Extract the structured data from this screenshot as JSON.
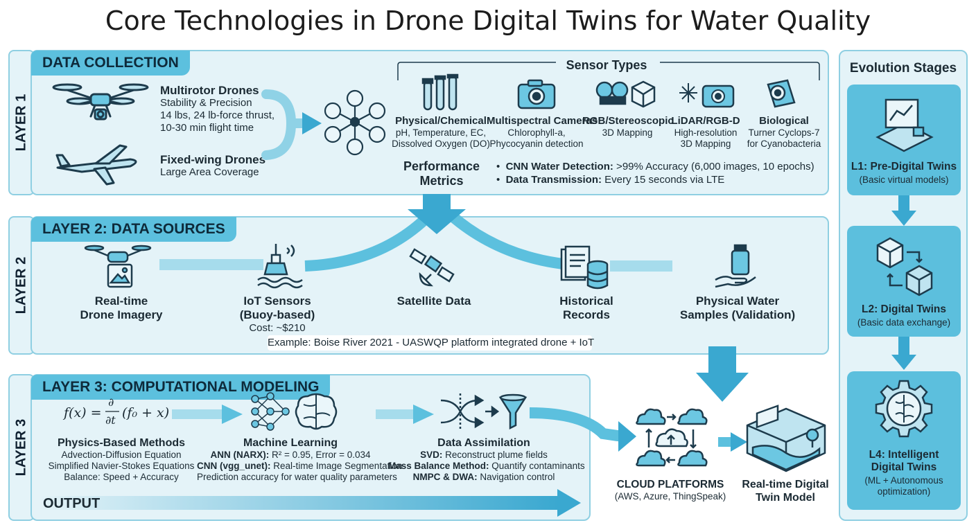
{
  "title": "Core Technologies in Drone Digital Twins for Water Quality",
  "side_labels": [
    "LAYER 1",
    "LAYER 2",
    "LAYER 3"
  ],
  "layer1": {
    "tab": "DATA COLLECTION",
    "multirotor": {
      "title": "Multirotor Drones",
      "lines": [
        "Stability & Precision",
        "14 lbs, 24 lb-force thrust,",
        "10-30 min flight time"
      ]
    },
    "fixedwing": {
      "title": "Fixed-wing Drones",
      "lines": [
        "Large Area Coverage"
      ]
    },
    "sensor_types_title": "Sensor Types",
    "sensors": [
      {
        "title": "Physical/Chemical",
        "lines": [
          "pH, Temperature, EC,",
          "Dissolved Oxygen (DO)"
        ],
        "icon": "test-tubes-icon"
      },
      {
        "title": "Multispectral Cameras",
        "lines": [
          "Chlorophyll-a,",
          "Phycocyanin detection"
        ],
        "icon": "camera-icon"
      },
      {
        "title": "RGB/Stereoscopic",
        "lines": [
          "3D Mapping"
        ],
        "icon": "stereo-camera-icon"
      },
      {
        "title": "LiDAR/RGB-D",
        "lines": [
          "High-resolution",
          "3D Mapping"
        ],
        "icon": "lidar-icon"
      },
      {
        "title": "Biological",
        "lines": [
          "Turner Cyclops-7",
          "for Cyanobacteria"
        ],
        "icon": "fluorometer-icon"
      }
    ],
    "performance": {
      "title_1": "Performance",
      "title_2": "Metrics",
      "items": [
        {
          "bold": "CNN Water Detection:",
          "text": " >99% Accuracy (6,000 images, 10 epochs)"
        },
        {
          "bold": "Data Transmission:",
          "text": " Every 15 seconds via LTE"
        }
      ]
    }
  },
  "layer2": {
    "tab": "LAYER 2: DATA SOURCES",
    "sources": [
      {
        "lines": [
          "Real-time",
          "Drone Imagery"
        ],
        "sub": ""
      },
      {
        "lines": [
          "IoT Sensors",
          "(Buoy-based)"
        ],
        "sub": "Cost: ~$210"
      },
      {
        "lines": [
          "Satellite Data"
        ],
        "sub": ""
      },
      {
        "lines": [
          "Historical",
          "Records"
        ],
        "sub": ""
      },
      {
        "lines": [
          "Physical Water",
          "Samples (Validation)"
        ],
        "sub": ""
      }
    ],
    "example": "Example: Boise River 2021 - UASWQP platform integrated drone + IoT"
  },
  "layer3": {
    "tab": "LAYER 3: COMPUTATIONAL MODELING",
    "physics": {
      "title": "Physics-Based Methods",
      "lines": [
        "Advection-Diffusion Equation",
        "Simplified Navier-Stokes Equations",
        "Balance: Speed + Accuracy"
      ]
    },
    "ml": {
      "title": "Machine Learning",
      "rows": [
        {
          "bold": "ANN (NARX):",
          "text": " R² = 0.95, Error = 0.034"
        },
        {
          "bold": "CNN (vgg_unet):",
          "text": " Real-time Image Segmentation"
        },
        {
          "bold": "",
          "text": "Prediction accuracy for water quality parameters"
        }
      ]
    },
    "assim": {
      "title": "Data Assimilation",
      "rows": [
        {
          "bold": "SVD:",
          "text": " Reconstruct plume fields"
        },
        {
          "bold": "Mass Balance Method:",
          "text": " Quantify contaminants"
        },
        {
          "bold": "NMPC & DWA:",
          "text": " Navigation control"
        }
      ]
    },
    "output": "OUTPUT"
  },
  "cloud": {
    "title": "CLOUD PLATFORMS",
    "sub": "(AWS, Azure, ThingSpeak)"
  },
  "twin": {
    "title_1": "Real-time Digital",
    "title_2": "Twin Model"
  },
  "evolution": {
    "title": "Evolution Stages",
    "stages": [
      {
        "title": "L1: Pre-Digital Twins",
        "sub": [
          "(Basic virtual models)"
        ]
      },
      {
        "title": "L2: Digital Twins",
        "sub": [
          "(Basic data exchange)"
        ]
      },
      {
        "title_1": "L4: Intelligent",
        "title_2": "Digital Twins",
        "sub": [
          "(ML + Autonomous",
          "optimization)"
        ]
      }
    ]
  },
  "colors": {
    "panel": "#e4f3f8",
    "border": "#8fcfe2",
    "accent": "#5cc0de",
    "arrow": "#3aa8d0",
    "ink": "#1d3b4c"
  }
}
